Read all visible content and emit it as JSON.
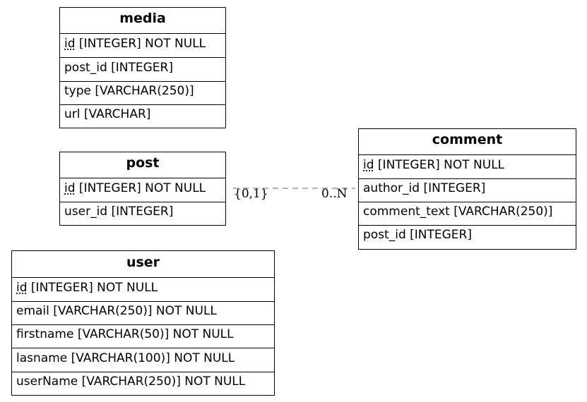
{
  "entities": {
    "media": {
      "name": "media",
      "attributes": [
        {
          "pk": "id",
          "rest": " [INTEGER] NOT NULL"
        },
        {
          "pk": "",
          "rest": "post_id [INTEGER]"
        },
        {
          "pk": "",
          "rest": "type [VARCHAR(250)]"
        },
        {
          "pk": "",
          "rest": "url [VARCHAR]"
        }
      ]
    },
    "post": {
      "name": "post",
      "attributes": [
        {
          "pk": "id",
          "rest": " [INTEGER] NOT NULL"
        },
        {
          "pk": "",
          "rest": "user_id [INTEGER]"
        }
      ]
    },
    "user": {
      "name": "user",
      "attributes": [
        {
          "pk": "id",
          "rest": " [INTEGER] NOT NULL"
        },
        {
          "pk": "",
          "rest": "email [VARCHAR(250)] NOT NULL"
        },
        {
          "pk": "",
          "rest": "firstname [VARCHAR(50)] NOT NULL"
        },
        {
          "pk": "",
          "rest": "lasname [VARCHAR(100)] NOT NULL"
        },
        {
          "pk": "",
          "rest": "userName [VARCHAR(250)] NOT NULL"
        }
      ]
    },
    "comment": {
      "name": "comment",
      "attributes": [
        {
          "pk": "id",
          "rest": " [INTEGER] NOT NULL"
        },
        {
          "pk": "",
          "rest": "author_id [INTEGER]"
        },
        {
          "pk": "",
          "rest": "comment_text [VARCHAR(250)]"
        },
        {
          "pk": "",
          "rest": "post_id [INTEGER]"
        }
      ]
    }
  },
  "relationship": {
    "from": "post",
    "to": "comment",
    "from_cardinality": "{0,1}",
    "to_cardinality": "0..N",
    "line_color": "#999999"
  }
}
